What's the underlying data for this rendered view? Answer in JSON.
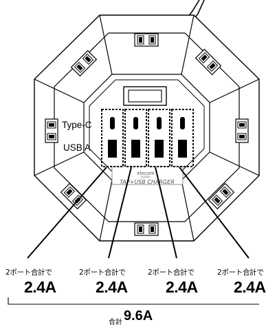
{
  "port_labels": {
    "type_c": "Type-C",
    "usb_a": "USB A"
  },
  "center_label": {
    "brand": "elecom",
    "small": "SUPPLY",
    "product": "TAP+USB CHARGER"
  },
  "ports": [
    {
      "caption": "2ポート合計で",
      "amperage": "2.4A"
    },
    {
      "caption": "2ポート合計で",
      "amperage": "2.4A"
    },
    {
      "caption": "2ポート合計で",
      "amperage": "2.4A"
    },
    {
      "caption": "2ポート合計で",
      "amperage": "2.4A"
    }
  ],
  "total": {
    "prefix": "合計",
    "value": "9.6A"
  },
  "colors": {
    "line": "#000000",
    "body_fill": "#ffffff",
    "port_fill": "#000000"
  }
}
